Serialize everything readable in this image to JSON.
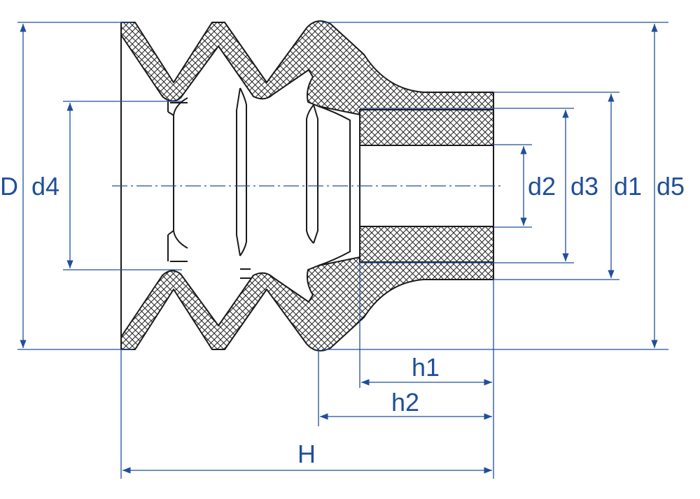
{
  "colors": {
    "dimension": "#1f4e9c",
    "outline": "#1a1a1a",
    "hatch": "#222222",
    "background": "#ffffff"
  },
  "labels": {
    "D": "D",
    "d4": "d4",
    "d2": "d2",
    "d3": "d3",
    "d1": "d1",
    "d5": "d5",
    "h1": "h1",
    "h2": "h2",
    "H": "H"
  }
}
